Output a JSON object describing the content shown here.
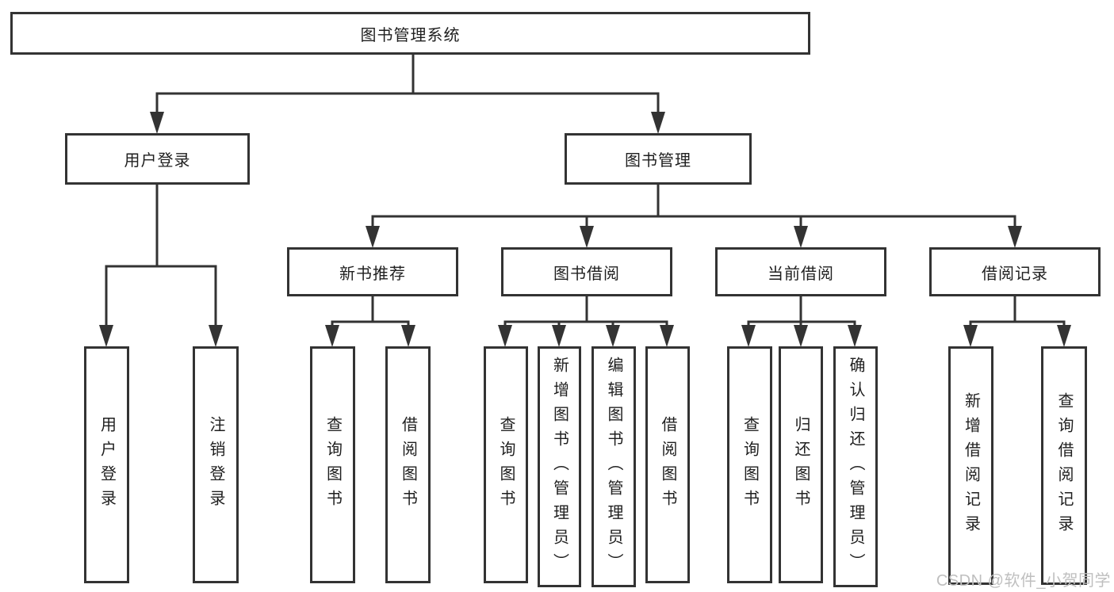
{
  "nodes": {
    "root": "图书管理系统",
    "user_login": {
      "label": "用户登录",
      "children": [
        "用户登录",
        "注销登录"
      ]
    },
    "book_mgmt": {
      "label": "图书管理",
      "sections": {
        "new_book": {
          "label": "新书推荐",
          "children": [
            "查询图书",
            "借阅图书"
          ]
        },
        "borrow": {
          "label": "图书借阅",
          "children": [
            "查询图书",
            "新增图书（管理员）",
            "编辑图书（管理员）",
            "借阅图书"
          ]
        },
        "current": {
          "label": "当前借阅",
          "children": [
            "查询图书",
            "归还图书",
            "确认归还（管理员）"
          ]
        },
        "records": {
          "label": "借阅记录",
          "children": [
            "新增借阅记录",
            "查询借阅记录"
          ]
        }
      }
    }
  },
  "watermark": "CSDN @软件_小贺同学",
  "colors": {
    "line": "#333333",
    "text": "#1f1f1f",
    "watermark": "#bfbfbf",
    "background": "#ffffff"
  }
}
